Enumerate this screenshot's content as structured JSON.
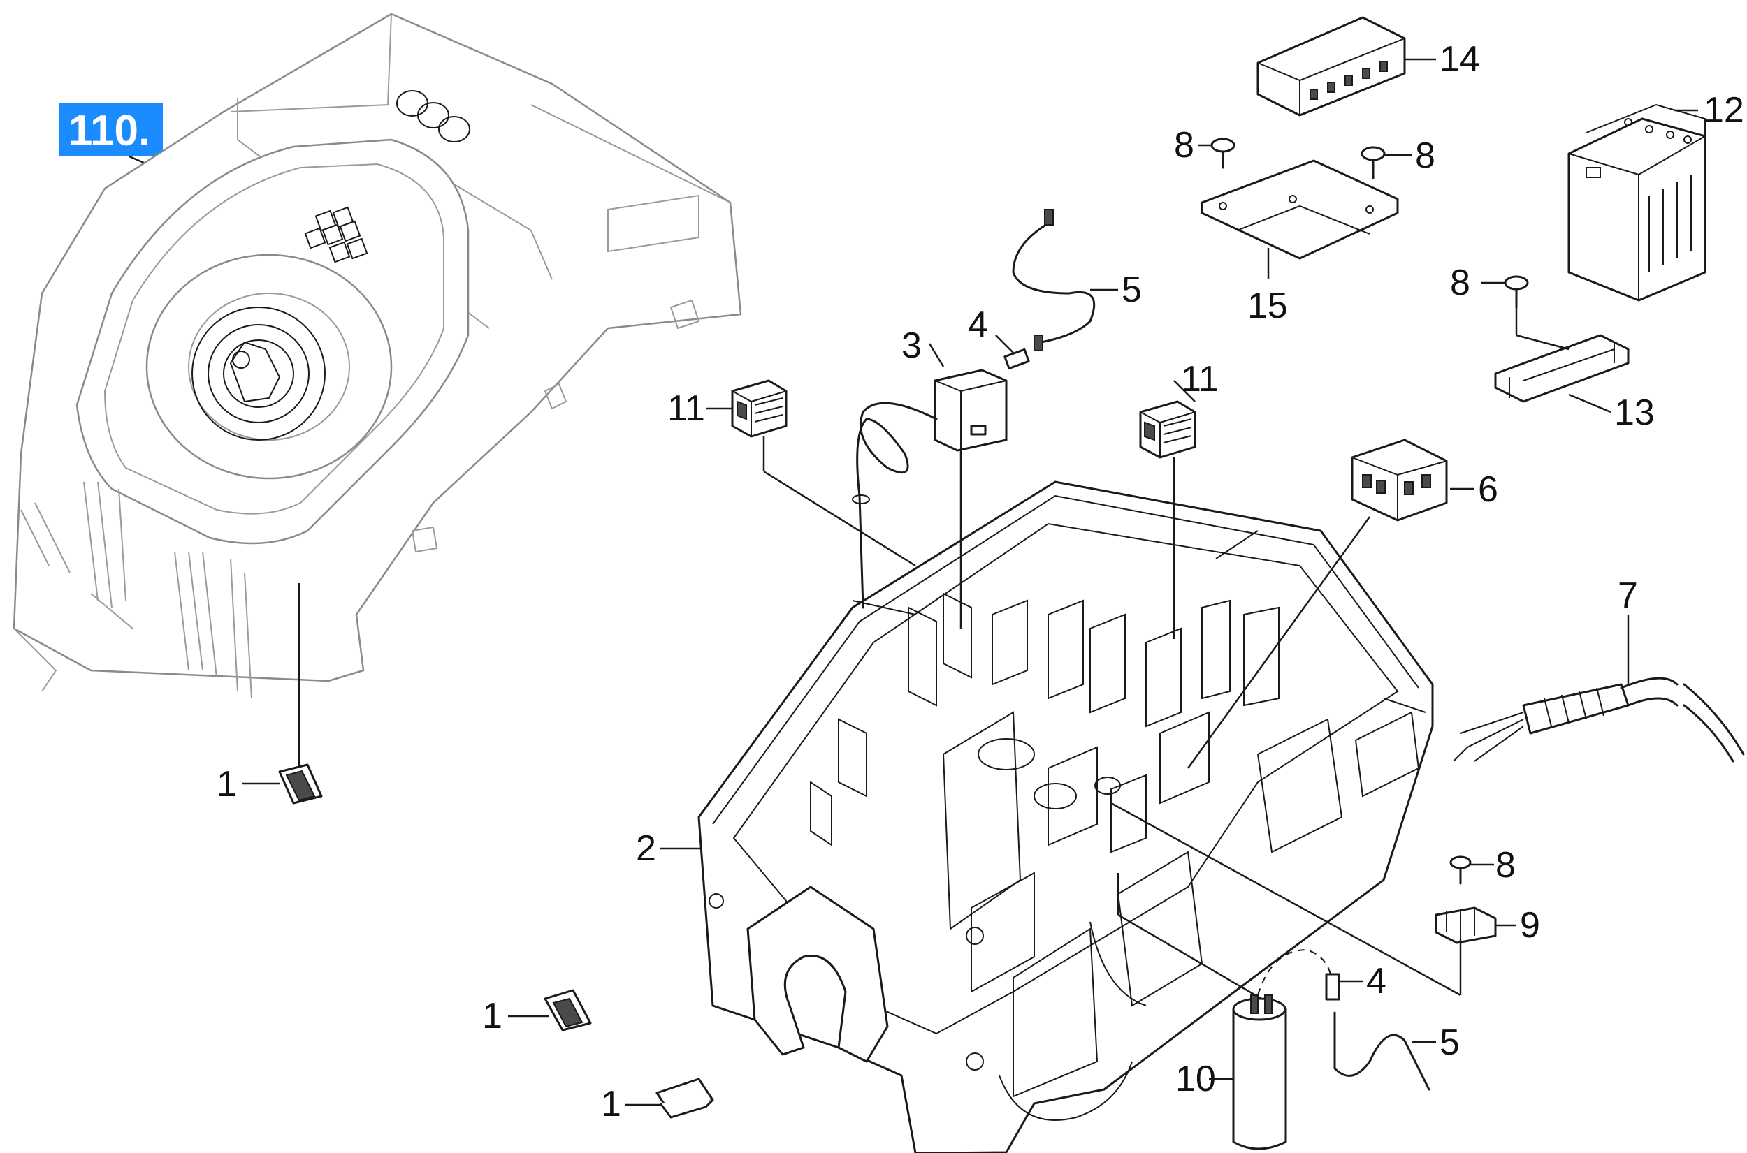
{
  "badge": {
    "label": "110.",
    "color": "#1a8cff"
  },
  "callouts": {
    "c1a": "1",
    "c1b": "1",
    "c1c": "1",
    "c2": "2",
    "c3": "3",
    "c4a": "4",
    "c4b": "4",
    "c5a": "5",
    "c5b": "5",
    "c6": "6",
    "c7": "7",
    "c8a": "8",
    "c8b": "8",
    "c8c": "8",
    "c8d": "8",
    "c9": "9",
    "c10": "10",
    "c11a": "11",
    "c11b": "11",
    "c12": "12",
    "c13": "13",
    "c14": "14",
    "c15": "15"
  }
}
